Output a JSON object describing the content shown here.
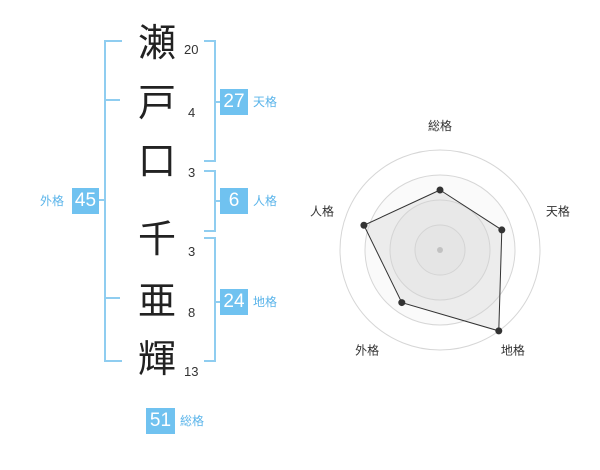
{
  "name_chars": [
    {
      "char": "瀬",
      "strokes": "20"
    },
    {
      "char": "戸",
      "strokes": "4"
    },
    {
      "char": "口",
      "strokes": "3"
    },
    {
      "char": "千",
      "strokes": "3"
    },
    {
      "char": "亜",
      "strokes": "8"
    },
    {
      "char": "輝",
      "strokes": "13"
    }
  ],
  "kakusu": {
    "tenkaku": {
      "value": "27",
      "label": "天格"
    },
    "jinkaku": {
      "value": "6",
      "label": "人格"
    },
    "chikaku": {
      "value": "24",
      "label": "地格"
    },
    "gaikaku": {
      "value": "45",
      "label": "外格"
    },
    "soukaku": {
      "value": "51",
      "label": "総格"
    }
  },
  "colors": {
    "accent": "#70c2f0",
    "bracket": "#8fcdf0",
    "label": "#5ab4ea"
  },
  "chart_data": {
    "type": "radar",
    "axes": [
      "総格",
      "天格",
      "地格",
      "外格",
      "人格"
    ],
    "values": [
      0.6,
      0.65,
      1.0,
      0.65,
      0.8
    ],
    "rings": 4
  }
}
